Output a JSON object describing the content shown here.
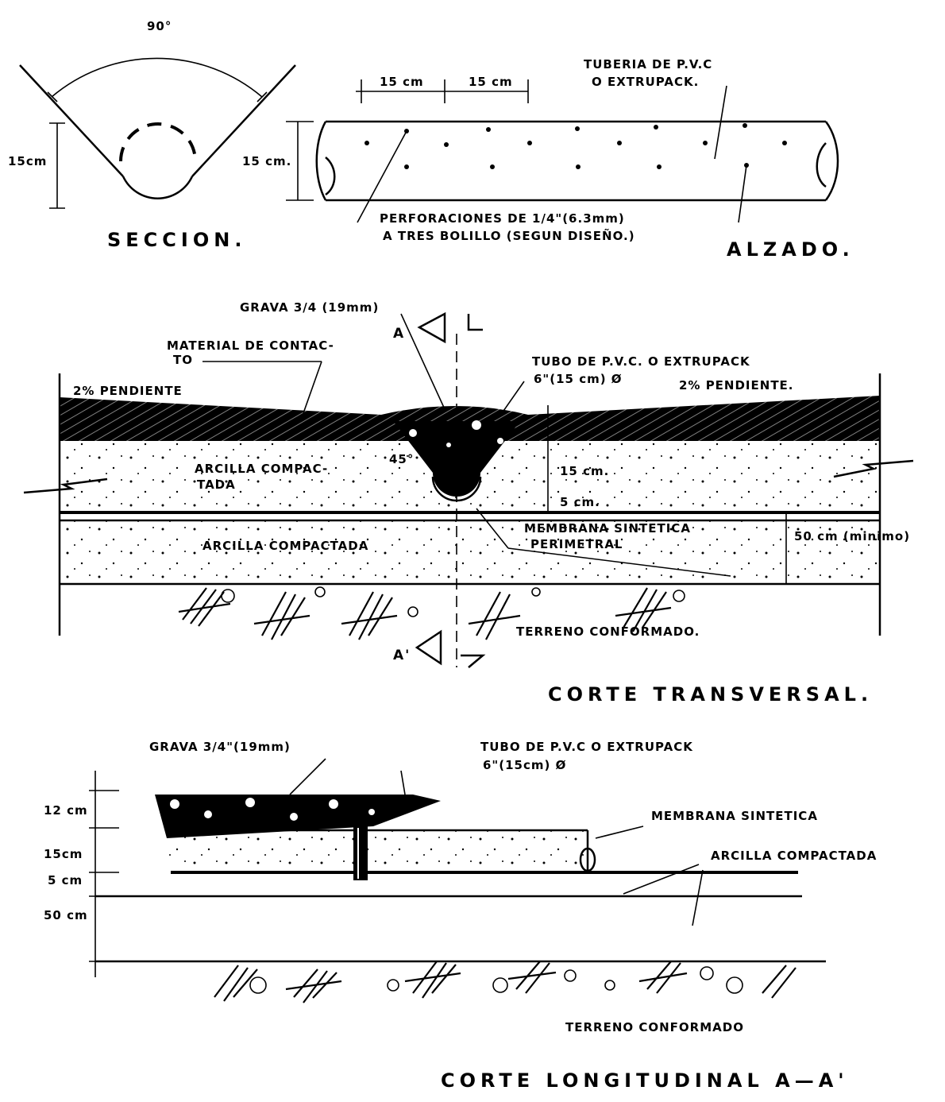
{
  "seccion": {
    "angle": "90°",
    "dim_height": "15cm",
    "title": "SECCION."
  },
  "alzado": {
    "pipe_label_1": "TUBERIA DE P.V.C",
    "pipe_label_2": "O EXTRUPACK.",
    "spacing_1": "15 cm",
    "spacing_2": "15 cm",
    "dim_height": "15 cm.",
    "perf_1": "PERFORACIONES DE 1/4\"(6.3mm)",
    "perf_2": "A TRES BOLILLO (SEGUN DISEÑO.)",
    "title": "ALZADO."
  },
  "transversal": {
    "grava": "GRAVA 3/4 (19mm)",
    "section_mark_top": "A",
    "material_1": "MATERIAL DE CONTAC-",
    "material_2": "TO",
    "tubo_1": "TUBO DE P.V.C. O EXTRUPACK",
    "tubo_2": "6\"(15 cm) Ø",
    "slope_left": "2% PENDIENTE",
    "slope_right": "2% PENDIENTE.",
    "arcilla_1": "ARCILLA COMPAC-",
    "arcilla_2": "TADA",
    "angle": "45°",
    "dim_15": "15 cm.",
    "dim_5": "5 cm.",
    "arcilla_bottom": "ARCILLA COMPACTADA",
    "membrana_1": "MEMBRANA SINTETICA",
    "membrana_2": "PERIMETRAL",
    "dim_50": "50 cm (minimo)",
    "terreno": "TERRENO CONFORMADO.",
    "section_mark_bottom": "A'",
    "title": "CORTE TRANSVERSAL."
  },
  "longitudinal": {
    "grava": "GRAVA 3/4\"(19mm)",
    "tubo_1": "TUBO DE P.V.C O EXTRUPACK",
    "tubo_2": "6\"(15cm) Ø",
    "dim_12": "12 cm",
    "dim_15": "15cm",
    "dim_5": "5 cm",
    "dim_50": "50 cm",
    "membrana": "MEMBRANA SINTETICA",
    "arcilla": "ARCILLA COMPACTADA",
    "terreno": "TERRENO CONFORMADO",
    "title": "CORTE LONGITUDINAL A—A'"
  }
}
